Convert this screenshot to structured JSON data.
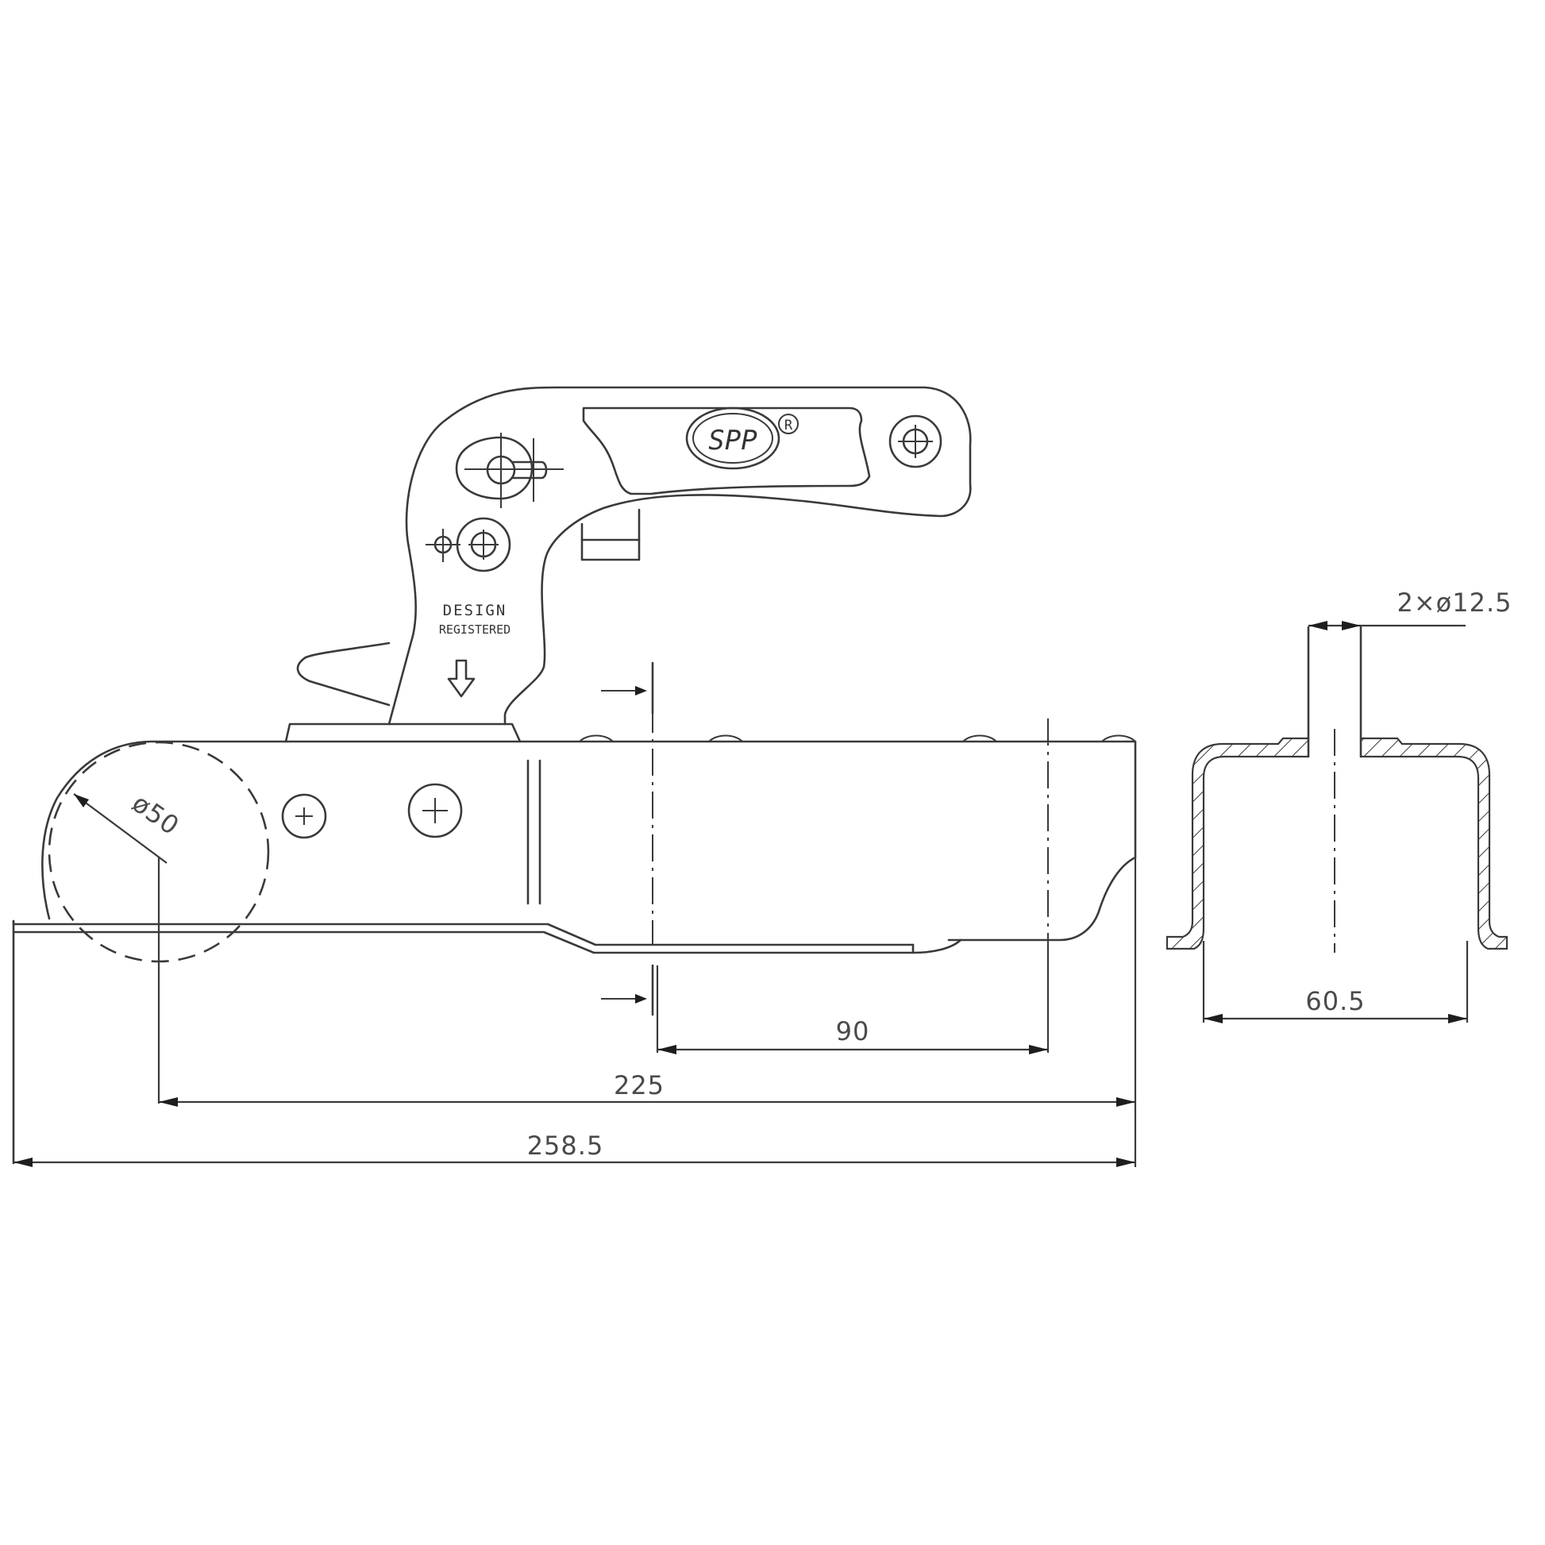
{
  "drawing": {
    "title": "Trailer coupling head — technical drawing (side view and section)",
    "colors": {
      "line": "#3a3a3a",
      "text": "#4a4a4a",
      "background": "#ffffff"
    },
    "handle": {
      "logo_text": "SPP",
      "registered_mark": "R",
      "design_label_line1": "DESIGN",
      "design_label_line2": "REGISTERED",
      "arrow_icon": "down-arrow"
    },
    "dimensions": {
      "ball_diameter": "ø50",
      "section_width": "90",
      "ball_to_end": "225",
      "overall_length": "258.5",
      "profile_width": "60.5",
      "bolt_holes": "2×ø12.5"
    }
  }
}
